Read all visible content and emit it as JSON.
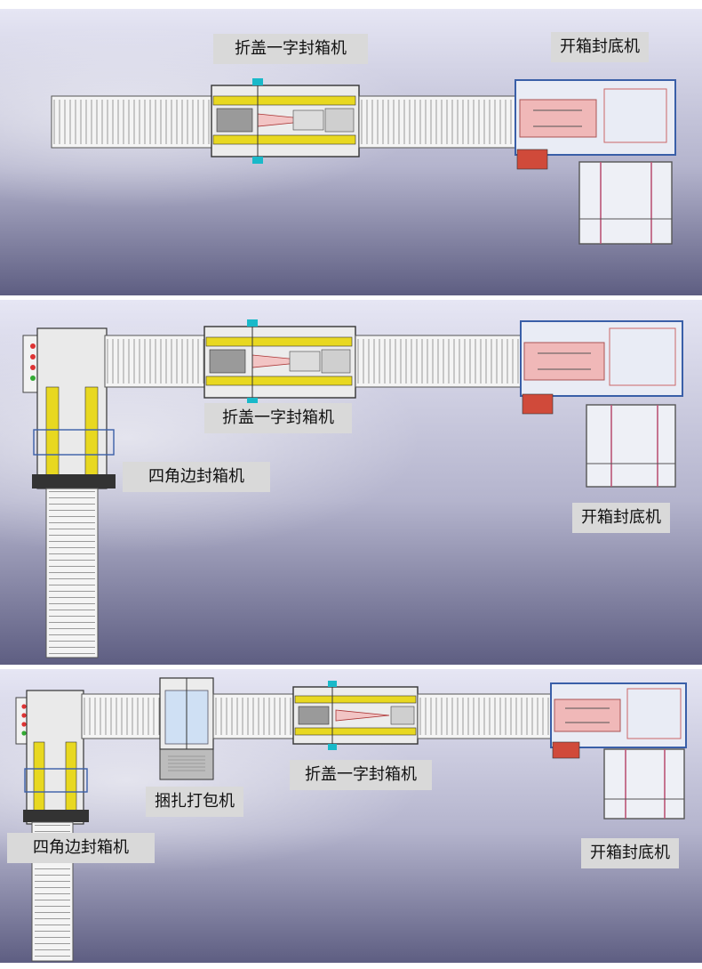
{
  "panels": [
    {
      "name": "layout-1",
      "labels": {
        "fold_seal": "折盖一字封箱机",
        "erector": "开箱封底机"
      }
    },
    {
      "name": "layout-2",
      "labels": {
        "fold_seal": "折盖一字封箱机",
        "corner_seal": "四角边封箱机",
        "erector": "开箱封底机"
      }
    },
    {
      "name": "layout-3",
      "labels": {
        "strapping": "捆扎打包机",
        "fold_seal": "折盖一字封箱机",
        "corner_seal": "四角边封箱机",
        "erector": "开箱封底机"
      }
    }
  ],
  "colors": {
    "yellow_frame": "#e8d820",
    "pink_panel": "#f0b8b8",
    "blue_frame": "#3a5fa8",
    "cyan_marker": "#19b9c9",
    "red_box": "#d04a3a"
  }
}
